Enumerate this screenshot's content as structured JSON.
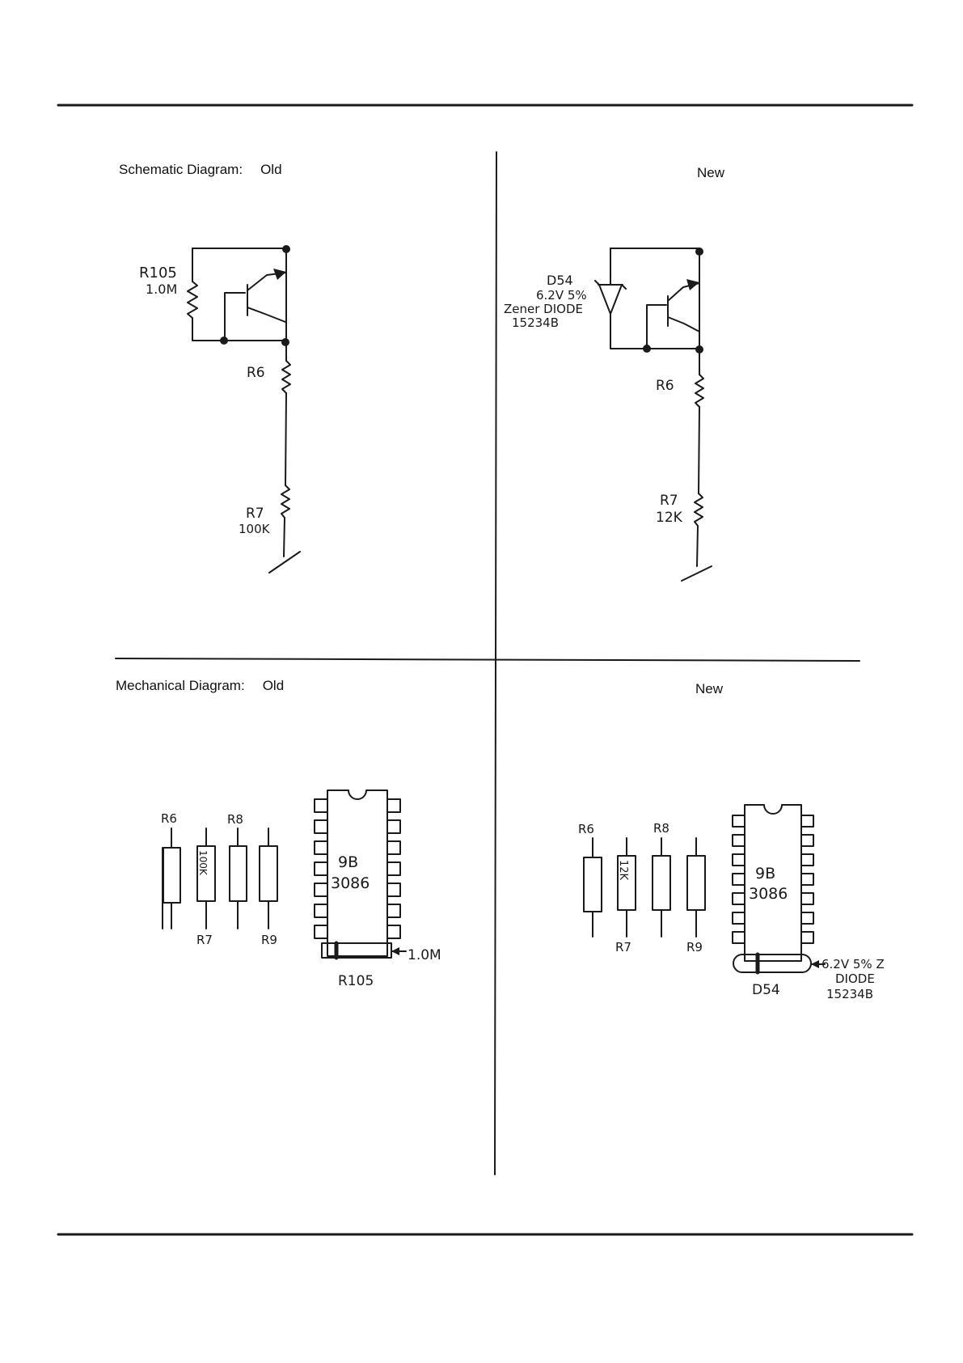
{
  "header": {
    "schematic_label": "Schematic Diagram:",
    "mechanical_label": "Mechanical Diagram:",
    "old_label": "Old",
    "new_label": "New"
  },
  "schematic_old": {
    "r105_ref": "R105",
    "r105_value": "1.0M",
    "r6_ref": "R6",
    "r7_ref": "R7",
    "r7_value": "100K"
  },
  "schematic_new": {
    "d54_ref": "D54",
    "d54_spec": "6.2V 5%",
    "d54_type": "Zener DIODE",
    "d54_part": "15234B",
    "r6_ref": "R6",
    "r7_ref": "R7",
    "r7_value": "12K"
  },
  "mechanical_old": {
    "r6_ref": "R6",
    "r8_ref": "R8",
    "r7_ref": "R7",
    "r9_ref": "R9",
    "r7_value": "100K",
    "ic_line1": "9B",
    "ic_line2": "3086",
    "r105_value": "1.0M",
    "r105_ref": "R105"
  },
  "mechanical_new": {
    "r6_ref": "R6",
    "r8_ref": "R8",
    "r7_ref": "R7",
    "r9_ref": "R9",
    "r7_value": "12K",
    "ic_line1": "9B",
    "ic_line2": "3086",
    "d54_spec": "6.2V 5% Z",
    "d54_type": "DIODE",
    "d54_part": "15234B",
    "d54_ref": "D54"
  }
}
